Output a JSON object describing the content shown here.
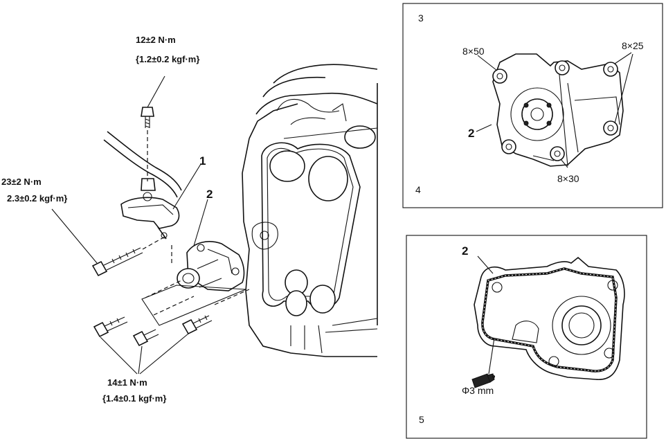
{
  "torques": {
    "upper_line1": "12±2 N·m",
    "upper_line2": "{1.2±0.2 kgf·m}",
    "left_line1": "23±2 N·m",
    "left_line2": "2.3±0.2 kgf·m}",
    "bottom_line1": "14±1 N·m",
    "bottom_line2": "{1.4±0.1 kgf·m}"
  },
  "part_numbers": {
    "bracket": "1",
    "pump": "2"
  },
  "detail_top": {
    "steps": [
      "3",
      "4"
    ],
    "part": "2",
    "bolt_sizes": [
      "8×50",
      "8×25",
      "8×30"
    ]
  },
  "detail_bottom": {
    "step": "5",
    "part": "2",
    "sealant_bead": "Φ3 mm"
  }
}
